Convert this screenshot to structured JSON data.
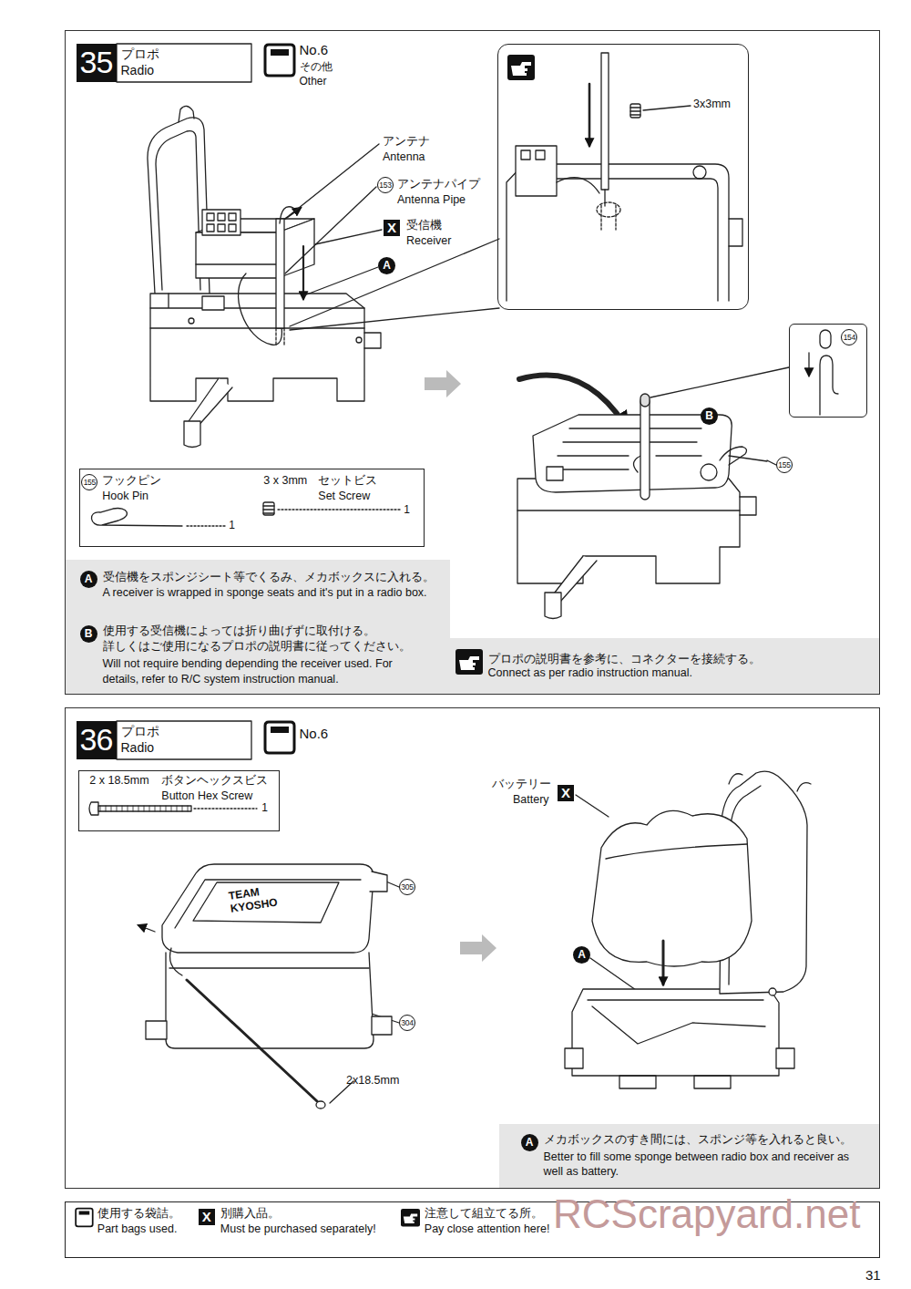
{
  "diagram": {
    "nodes": [
      {
        "text": [
          "35",
          "プロポ",
          "Radio"
        ]
      },
      {
        "text": [
          "No.6",
          "その他",
          "Other"
        ],
        "in": 0
      },
      {
        "text": [
          "155",
          "フックピン",
          "Hook Pin",
          "1",
          "3 x 3mm",
          "セットビス",
          "Set Screw",
          "1"
        ],
        "in": 0
      },
      {
        "text": [
          "A",
          "受信機をスポンジシート等でくるみ、メカボックスに入れる。",
          "A receiver is wrapped in sponge seats and it's put in a radio box.",
          "B",
          "使用する受信機によっては折り曲げずに取付ける。 詳しくはご使用になるプロポの説明書に従ってください。",
          "Will not require bending depending the receiver used. For details, refer to R/C system instruction manual."
        ],
        "in": 0
      },
      {
        "text": [
          "プロポの説明書を参考に、コネクターを接続する。",
          "Connect as per radio instruction manual."
        ],
        "in": 0
      },
      {
        "text": [
          "3x3mm"
        ],
        "in": 0
      },
      {
        "text": [
          "154"
        ],
        "in": 0
      },
      {
        "text": [
          "36",
          "プロポ",
          "Radio"
        ]
      },
      {
        "text": [
          "No.6"
        ],
        "in": 7
      },
      {
        "text": [
          "2 x 18.5mm",
          "ボタンヘックスビス",
          "Button Hex Screw",
          "1"
        ],
        "in": 7
      },
      {
        "text": [
          "A",
          "メカボックスのすき間には、スポンジ等を入れると良い。",
          "Better to fill some sponge between radio box and receiver as well as battery."
        ],
        "in": 7
      },
      {
        "text": [
          "使用する袋詰。",
          "Part bags used.",
          "X",
          "別購入品。",
          "Must be purchased separately!",
          "注意して組立てる所。",
          "Pay close attention here!"
        ]
      }
    ],
    "labels": [
      "アンテナ",
      "Antenna",
      "153",
      "アンテナパイプ",
      "Antenna Pipe",
      "X",
      "受信機",
      "Receiver",
      "A",
      "B",
      "155",
      "305",
      "304",
      "2x18.5mm",
      "TEAM KYOSHO",
      "バッテリー",
      "X",
      "Battery",
      "A",
      "RCScrapyard.net",
      "31"
    ]
  }
}
